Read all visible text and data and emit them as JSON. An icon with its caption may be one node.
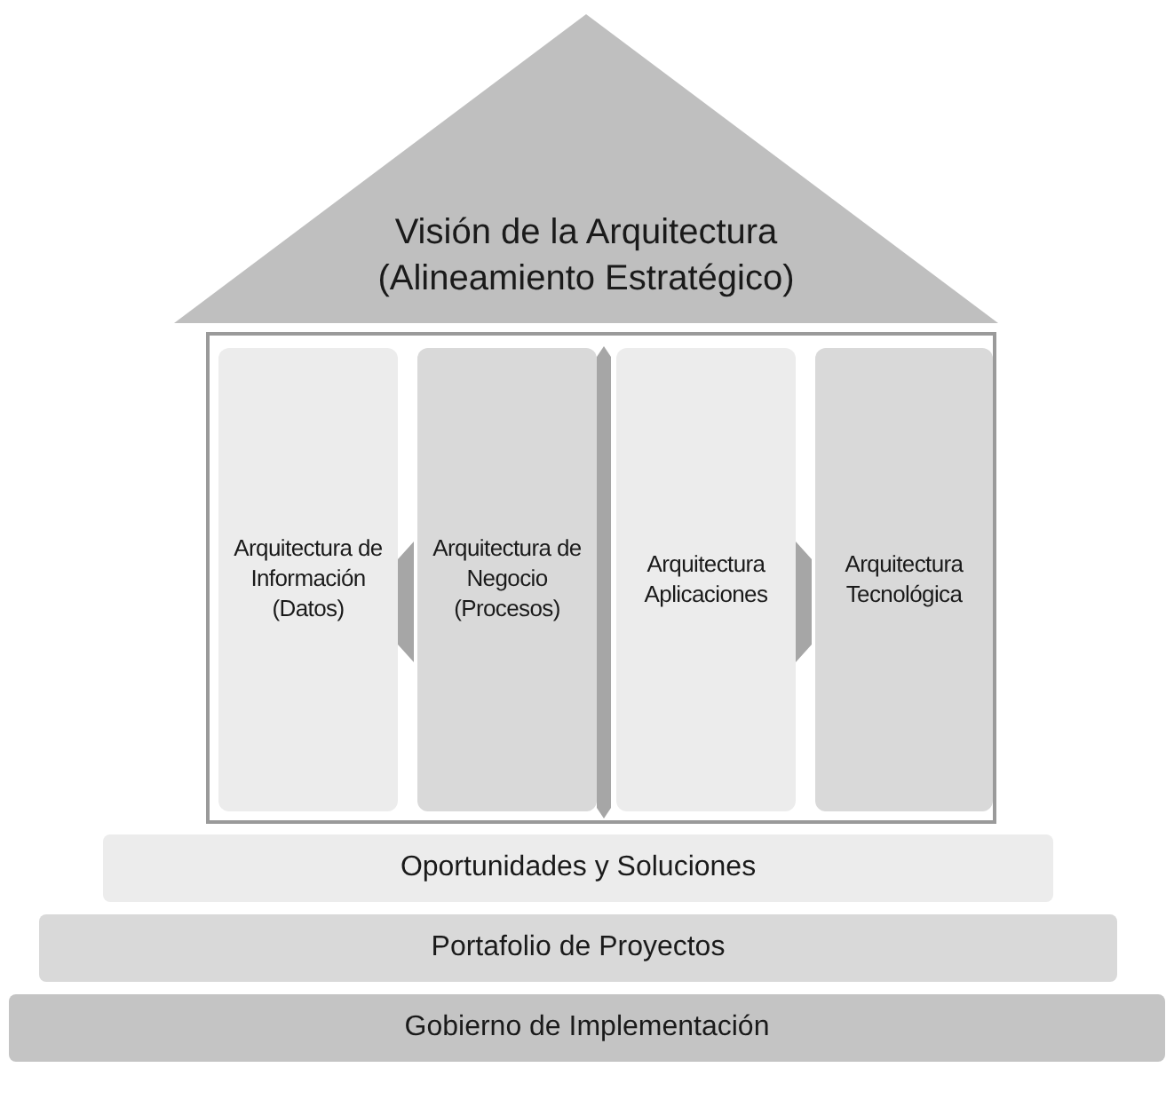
{
  "diagram": {
    "nodes": [
      {
        "text": [
          "Visión de la Arquitectura (Alineamiento Estratégico)"
        ]
      },
      {
        "text": [],
        "shape": "box"
      },
      {
        "text": [
          "Arquitectura de Información (Datos)"
        ],
        "in": 1
      },
      {
        "text": [
          "Arquitectura de Negocio (Procesos)"
        ],
        "in": 1
      },
      {
        "text": [
          "Arquitectura Aplicaciones"
        ],
        "in": 1
      },
      {
        "text": [
          "Arquitectura Tecnológica"
        ],
        "in": 1
      },
      {
        "text": [
          "Oportunidades y Soluciones"
        ]
      },
      {
        "text": [
          "Portafolio de Proyectos"
        ]
      },
      {
        "text": [
          "Gobierno de Implementación"
        ]
      }
    ]
  }
}
